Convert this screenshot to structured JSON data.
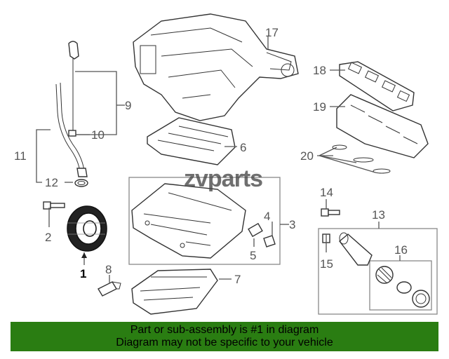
{
  "callouts": {
    "n1": "1",
    "n2": "2",
    "n3": "3",
    "n4": "4",
    "n5": "5",
    "n6": "6",
    "n7": "7",
    "n8": "8",
    "n9": "9",
    "n10": "10",
    "n11": "11",
    "n12": "12",
    "n13": "13",
    "n14": "14",
    "n15": "15",
    "n16": "16",
    "n17": "17",
    "n18": "18",
    "n19": "19",
    "n20": "20"
  },
  "watermark": "zvparts",
  "footer": {
    "line1": "Part or sub-assembly is #1 in diagram",
    "line2": "Diagram may not be specific to your vehicle"
  },
  "colors": {
    "footer_bg": "#2a7d12",
    "ink": "#333333"
  }
}
